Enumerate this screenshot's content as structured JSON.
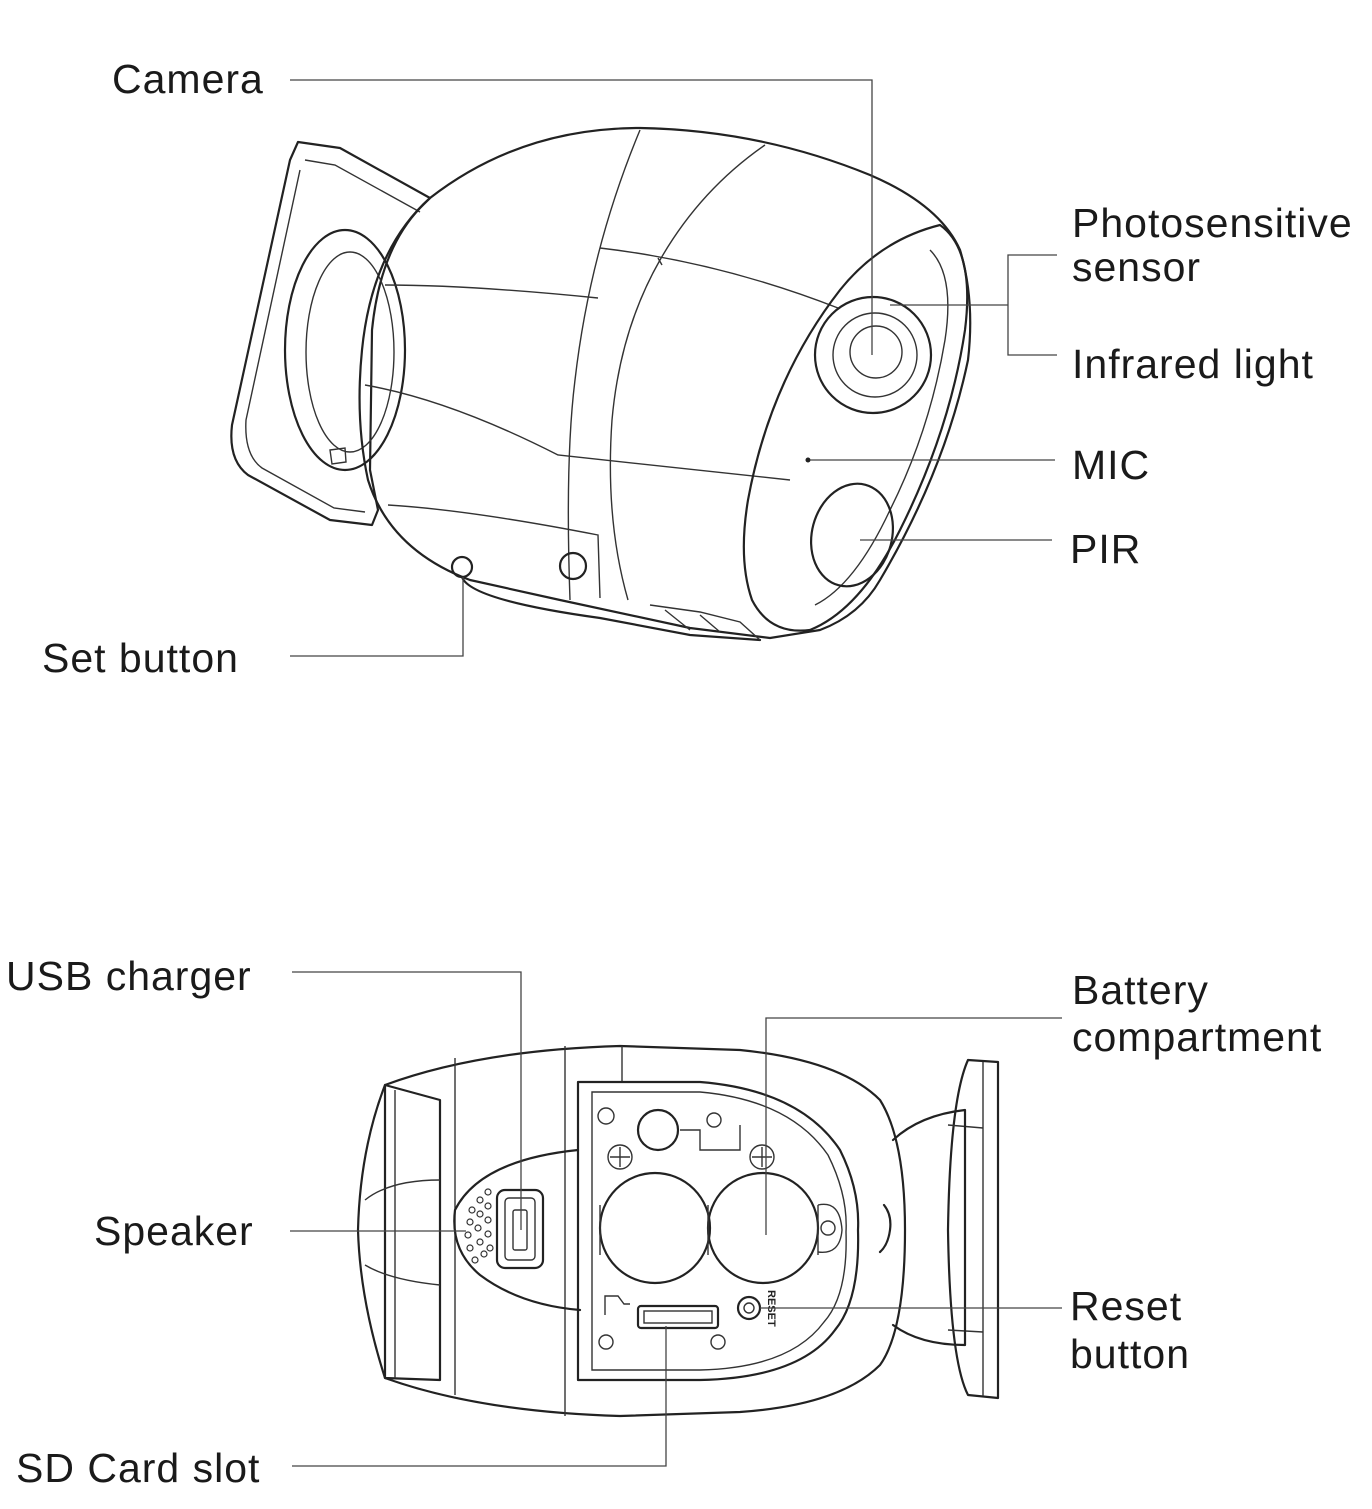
{
  "top_view": {
    "labels": {
      "camera": "Camera",
      "photosensitive_line1": "Photosensitive",
      "photosensitive_line2": "sensor",
      "infrared": "Infrared light",
      "mic": "MIC",
      "pir": "PIR",
      "set_button": "Set button"
    }
  },
  "bottom_view": {
    "labels": {
      "usb": "USB charger",
      "battery_line1": "Battery",
      "battery_line2": "compartment",
      "speaker": "Speaker",
      "reset_line1": "Reset",
      "reset_line2": "button",
      "sd_card": "SD Card slot"
    },
    "reset_engraving": "RESET"
  },
  "colors": {
    "line": "#222222",
    "text": "#1a1a1a",
    "background": "#ffffff"
  }
}
